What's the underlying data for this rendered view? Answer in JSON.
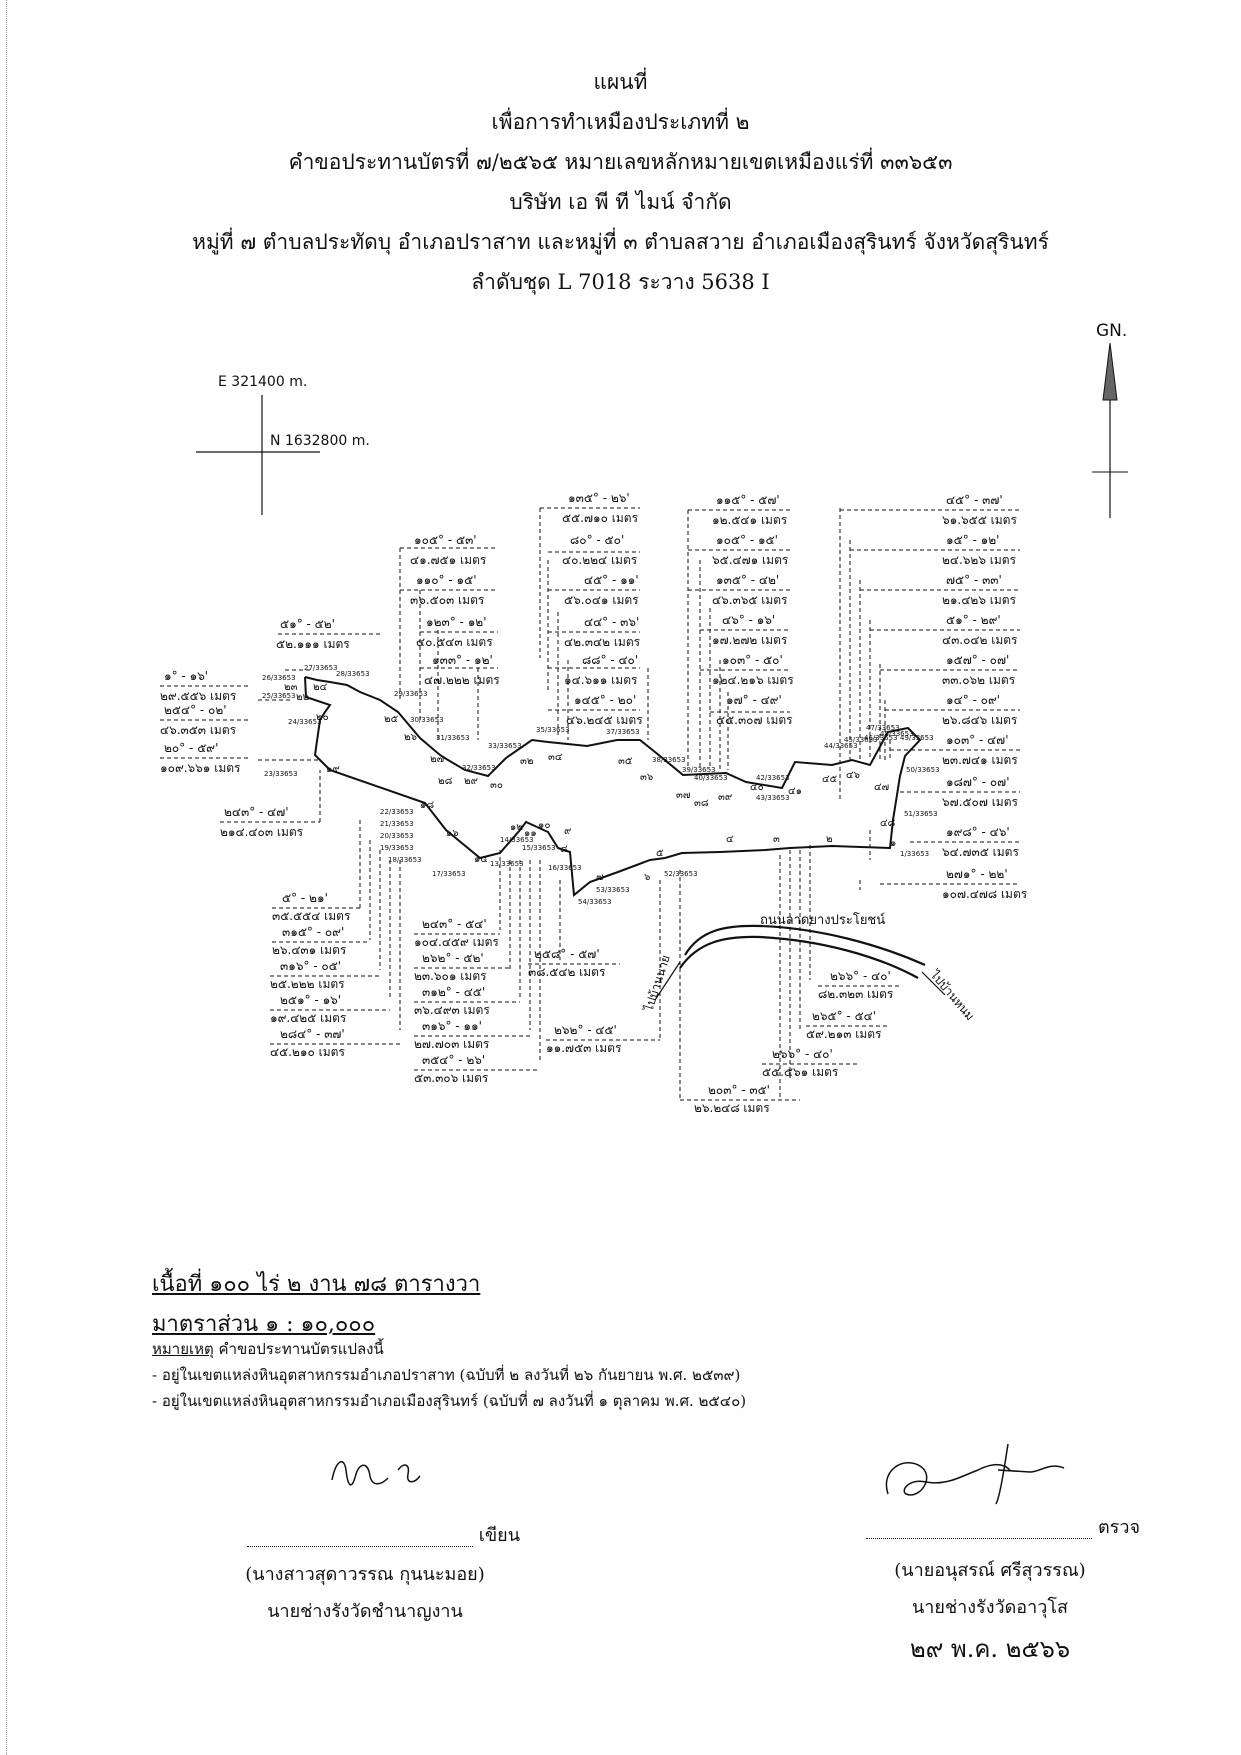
{
  "title": {
    "line1": "แผนที่",
    "line2": "เพื่อการทำเหมืองประเภทที่ ๒",
    "line3": "คำขอประทานบัตรที่ ๗/๒๕๖๕ หมายเลขหลักหมายเขตเหมืองแร่ที่ ๓๓๖๕๓",
    "line4": "บริษัท เอ พี ที ไมน์ จำกัด",
    "line5": "หมู่ที่ ๗ ตำบลประทัดบุ อำเภอปราสาท และหมู่ที่ ๓ ตำบลสวาย อำเภอเมืองสุรินทร์ จังหวัดสุรินทร์",
    "line6": "ลำดับชุด L 7018 ระวาง 5638 I"
  },
  "grid": {
    "easting": "E 321400 m.",
    "northing": "N 1632800 m."
  },
  "north_label": "GN.",
  "road": {
    "label": "ถนนลาดยางประโยชน์",
    "dest_left": "ไปบ้านนาย",
    "dest_right": "ไปบ้านหนม"
  },
  "area": "เนื้อที่ ๑๐๐ ไร่ ๒ งาน ๗๘ ตารางวา",
  "scale": "มาตราส่วน ๑ : ๑๐,๐๐๐",
  "remarks": {
    "head": "หมายเหตุ",
    "head_text": "คำขอประทานบัตรแปลงนี้",
    "item1": "- อยู่ในเขตแหล่งหินอุตสาหกรรมอำเภอปราสาท (ฉบับที่ ๒ ลงวันที่ ๒๖ กันยายน พ.ศ. ๒๕๓๙)",
    "item2": "- อยู่ในเขตแหล่งหินอุตสาหกรรมอำเภอเมืองสุรินทร์ (ฉบับที่ ๗ ลงวันที่ ๑ ตุลาคม พ.ศ. ๒๕๔๐)"
  },
  "signatures": {
    "writer_role": "เขียน",
    "writer_name": "(นางสาวสุดาวรรณ กุนนะมอย)",
    "writer_title": "นายช่างรังวัดชำนาญงาน",
    "checker_role": "ตรวจ",
    "checker_name": "(นายอนุสรณ์ ศรีสุวรรณ)",
    "checker_title": "นายช่างรังวัดอาวุโส",
    "date": "๒๙ พ.ค. ๒๕๖๖"
  },
  "bearings": [
    {
      "id": "b-top-01",
      "angle": "๑๓๕° - ๒๖'",
      "dist": "๕๕.๗๑๐ เมตร"
    },
    {
      "id": "b-top-02",
      "angle": "๑๐๕° - ๕๓'",
      "dist": "๔๑.๗๕๑ เมตร"
    },
    {
      "id": "b-top-03",
      "angle": "๘๐° - ๕๐'",
      "dist": "๔๐.๒๒๔ เมตร"
    },
    {
      "id": "b-top-04",
      "angle": "๑๑๐° - ๑๕'",
      "dist": "๓๖.๕๐๓ เมตร"
    },
    {
      "id": "b-top-05",
      "angle": "๔๕° - ๑๑'",
      "dist": "๕๖.๐๔๑ เมตร"
    },
    {
      "id": "b-top-06",
      "angle": "๑๒๓° - ๑๒'",
      "dist": "๔๐.๕๔๓ เมตร"
    },
    {
      "id": "b-top-07",
      "angle": "๔๔° - ๓๖'",
      "dist": "๔๒.๓๔๒ เมตร"
    },
    {
      "id": "b-top-08",
      "angle": "๑๓๓° - ๑๒'",
      "dist": "๔๗.๒๒๒ เมตร"
    },
    {
      "id": "b-top-09",
      "angle": "๘๘° - ๔๐'",
      "dist": "๑๔.๖๑๑ เมตร"
    },
    {
      "id": "b-top-10",
      "angle": "๑๔๕° - ๒๐'",
      "dist": "๔๖.๒๔๕ เมตร"
    },
    {
      "id": "b-mid-01",
      "angle": "๑๑๕° - ๕๗'",
      "dist": "๑๒.๕๔๑ เมตร"
    },
    {
      "id": "b-mid-02",
      "angle": "๑๐๕° - ๑๕'",
      "dist": "๖๕.๔๗๑ เมตร"
    },
    {
      "id": "b-mid-03",
      "angle": "๑๓๕° - ๔๒'",
      "dist": "๔๖.๓๖๕ เมตร"
    },
    {
      "id": "b-mid-04",
      "angle": "๔๖° - ๑๖'",
      "dist": "๑๗.๒๗๒ เมตร"
    },
    {
      "id": "b-mid-05",
      "angle": "๑๐๓° - ๕๐'",
      "dist": "๑๒๔.๒๑๖ เมตร"
    },
    {
      "id": "b-mid-06",
      "angle": "๑๗° - ๔๙'",
      "dist": "๔๕.๓๐๗ เมตร"
    },
    {
      "id": "b-right-01",
      "angle": "๔๕° - ๓๗'",
      "dist": "๖๑.๖๕๕ เมตร"
    },
    {
      "id": "b-right-02",
      "angle": "๑๕° - ๑๒'",
      "dist": "๒๔.๖๒๖ เมตร"
    },
    {
      "id": "b-right-03",
      "angle": "๗๕° - ๓๓'",
      "dist": "๒๑.๔๒๖ เมตร"
    },
    {
      "id": "b-right-04",
      "angle": "๕๑° - ๒๙'",
      "dist": "๔๓.๐๔๒ เมตร"
    },
    {
      "id": "b-right-05",
      "angle": "๑๕๗° - ๐๗'",
      "dist": "๓๓.๐๖๒ เมตร"
    },
    {
      "id": "b-right-06",
      "angle": "๑๔° - ๐๙'",
      "dist": "๒๖.๘๔๖ เมตร"
    },
    {
      "id": "b-right-07",
      "angle": "๑๐๓° - ๔๗'",
      "dist": "๒๓.๗๔๑ เมตร"
    },
    {
      "id": "b-right-08",
      "angle": "๑๘๗° - ๐๗'",
      "dist": "๖๗.๕๐๗ เมตร"
    },
    {
      "id": "b-right-09",
      "angle": "๑๙๘° - ๔๖'",
      "dist": "๖๔.๗๓๕ เมตร"
    },
    {
      "id": "b-right-10",
      "angle": "๒๗๑° - ๒๒'",
      "dist": "๑๐๗.๔๗๘ เมตร"
    },
    {
      "id": "b-left-01",
      "angle": "๕๑° - ๕๒'",
      "dist": "๕๒.๑๑๑ เมตร"
    },
    {
      "id": "b-left-02",
      "angle": "๑° - ๑๖'",
      "dist": "๒๙.๕๕๖ เมตร"
    },
    {
      "id": "b-left-03",
      "angle": "๒๕๔° - ๐๒'",
      "dist": "๔๖.๓๕๓ เมตร"
    },
    {
      "id": "b-left-04",
      "angle": "๒๐° - ๕๙'",
      "dist": "๑๐๙.๖๖๑ เมตร"
    },
    {
      "id": "b-left-05",
      "angle": "๒๔๓° - ๔๗'",
      "dist": "๒๑๔.๔๐๓ เมตร"
    },
    {
      "id": "b-bl-01",
      "angle": "๕° - ๒๑'",
      "dist": "๓๕.๕๕๔ เมตร"
    },
    {
      "id": "b-bl-02",
      "angle": "๓๑๕° - ๐๙'",
      "dist": "๒๖.๔๓๑ เมตร"
    },
    {
      "id": "b-bl-03",
      "angle": "๓๑๖° - ๐๕'",
      "dist": "๒๕.๒๒๒ เมตร"
    },
    {
      "id": "b-bl-04",
      "angle": "๒๕๑° - ๑๖'",
      "dist": "๑๙.๔๒๕ เมตร"
    },
    {
      "id": "b-bl-05",
      "angle": "๒๘๔° - ๓๗'",
      "dist": "๔๕.๒๑๐ เมตร"
    },
    {
      "id": "b-bc-01",
      "angle": "๒๔๓° - ๕๔'",
      "dist": "๑๐๔.๔๕๙ เมตร"
    },
    {
      "id": "b-bc-02",
      "angle": "๒๖๒° - ๕๒'",
      "dist": "๒๓.๖๐๑ เมตร"
    },
    {
      "id": "b-bc-03",
      "angle": "๓๑๒° - ๔๕'",
      "dist": "๓๖.๔๙๓ เมตร"
    },
    {
      "id": "b-bc-04",
      "angle": "๓๑๖° - ๑๑'",
      "dist": "๒๗.๗๐๓ เมตร"
    },
    {
      "id": "b-bc-05",
      "angle": "๓๕๔° - ๒๖'",
      "dist": "๕๓.๓๐๖ เมตร"
    },
    {
      "id": "b-bm-01",
      "angle": "๒๕๘° - ๕๗'",
      "dist": "๓๘.๕๔๒ เมตร"
    },
    {
      "id": "b-bm-02",
      "angle": "๒๖๒° - ๔๕'",
      "dist": "๑๑.๗๕๓ เมตร"
    },
    {
      "id": "b-br-01",
      "angle": "๒๖๖° - ๔๐'",
      "dist": "๘๒.๓๒๓ เมตร"
    },
    {
      "id": "b-br-02",
      "angle": "๒๖๕° - ๕๔'",
      "dist": "๕๙.๒๑๓ เมตร"
    },
    {
      "id": "b-br-03",
      "angle": "๒๖๖° - ๔๐'",
      "dist": "๕๕.๕๖๑ เมตร"
    },
    {
      "id": "b-br-04",
      "angle": "๒๐๓° - ๓๕'",
      "dist": "๒๖.๒๔๘ เมตร"
    }
  ],
  "points": [
    {
      "id": "p01",
      "num": "๑"
    },
    {
      "id": "p02",
      "num": "๒"
    },
    {
      "id": "p03",
      "num": "๓"
    },
    {
      "id": "p04",
      "num": "๔"
    },
    {
      "id": "p05",
      "num": "๕"
    },
    {
      "id": "p06",
      "num": "๖"
    },
    {
      "id": "p07",
      "num": "๗"
    },
    {
      "id": "p08",
      "num": "๘"
    },
    {
      "id": "p09",
      "num": "๙"
    },
    {
      "id": "p10",
      "num": "๑๐"
    },
    {
      "id": "p11",
      "num": "๑๑"
    },
    {
      "id": "p12",
      "num": "๑๒"
    },
    {
      "id": "p14",
      "num": "๑๔"
    },
    {
      "id": "p16",
      "num": "๑๖"
    },
    {
      "id": "p18",
      "num": "๑๘"
    },
    {
      "id": "p19",
      "num": "๑๙"
    },
    {
      "id": "p20",
      "num": "๒๐"
    },
    {
      "id": "p22",
      "num": "๒๒"
    },
    {
      "id": "p23",
      "num": "๒๓"
    },
    {
      "id": "p24",
      "num": "๒๔"
    },
    {
      "id": "p25",
      "num": "๒๕"
    },
    {
      "id": "p26",
      "num": "๒๖"
    },
    {
      "id": "p27",
      "num": "๒๗"
    },
    {
      "id": "p28",
      "num": "๒๘"
    },
    {
      "id": "p29",
      "num": "๒๙"
    },
    {
      "id": "p30",
      "num": "๓๐"
    },
    {
      "id": "p32",
      "num": "๓๒"
    },
    {
      "id": "p34",
      "num": "๓๔"
    },
    {
      "id": "p35",
      "num": "๓๕"
    },
    {
      "id": "p36",
      "num": "๓๖"
    },
    {
      "id": "p37",
      "num": "๓๗"
    },
    {
      "id": "p38",
      "num": "๓๘"
    },
    {
      "id": "p39",
      "num": "๓๙"
    },
    {
      "id": "p40",
      "num": "๔๐"
    },
    {
      "id": "p41",
      "num": "๔๑"
    },
    {
      "id": "p45",
      "num": "๔๕"
    },
    {
      "id": "p46",
      "num": "๔๖"
    },
    {
      "id": "p47",
      "num": "๔๗"
    },
    {
      "id": "p48",
      "num": "๔๘"
    }
  ],
  "codes": [
    {
      "id": "c01",
      "text": "26/33653"
    },
    {
      "id": "c02",
      "text": "25/33653"
    },
    {
      "id": "c03",
      "text": "27/33653"
    },
    {
      "id": "c04",
      "text": "24/33653"
    },
    {
      "id": "c05",
      "text": "23/33653"
    },
    {
      "id": "c06",
      "text": "22/33653"
    },
    {
      "id": "c07",
      "text": "21/33653"
    },
    {
      "id": "c08",
      "text": "20/33653"
    },
    {
      "id": "c09",
      "text": "19/33653"
    },
    {
      "id": "c10",
      "text": "18/33653"
    },
    {
      "id": "c11",
      "text": "17/33653"
    },
    {
      "id": "c12",
      "text": "28/33653"
    },
    {
      "id": "c13",
      "text": "29/33653"
    },
    {
      "id": "c14",
      "text": "30/33653"
    },
    {
      "id": "c15",
      "text": "31/33653"
    },
    {
      "id": "c16",
      "text": "32/33653"
    },
    {
      "id": "c17",
      "text": "33/33653"
    },
    {
      "id": "c18",
      "text": "35/33653"
    },
    {
      "id": "c19",
      "text": "37/33653"
    },
    {
      "id": "c20",
      "text": "38/33653"
    },
    {
      "id": "c21",
      "text": "39/33653"
    },
    {
      "id": "c22",
      "text": "40/33653"
    },
    {
      "id": "c23",
      "text": "42/33653"
    },
    {
      "id": "c24",
      "text": "43/33653"
    },
    {
      "id": "c25",
      "text": "44/33653"
    },
    {
      "id": "c26",
      "text": "45/33653"
    },
    {
      "id": "c27",
      "text": "46/33653"
    },
    {
      "id": "c28",
      "text": "47/33653"
    },
    {
      "id": "c29",
      "text": "48/33653"
    },
    {
      "id": "c30",
      "text": "49/33653"
    },
    {
      "id": "c31",
      "text": "50/33653"
    },
    {
      "id": "c32",
      "text": "51/33653"
    },
    {
      "id": "c33",
      "text": "52/33653"
    },
    {
      "id": "c34",
      "text": "53/33653"
    },
    {
      "id": "c35",
      "text": "54/33653"
    },
    {
      "id": "c36",
      "text": "13/33653"
    },
    {
      "id": "c37",
      "text": "14/33653"
    },
    {
      "id": "c38",
      "text": "15/33653"
    },
    {
      "id": "c39",
      "text": "16/33653"
    },
    {
      "id": "c40",
      "text": "1/33653"
    }
  ]
}
